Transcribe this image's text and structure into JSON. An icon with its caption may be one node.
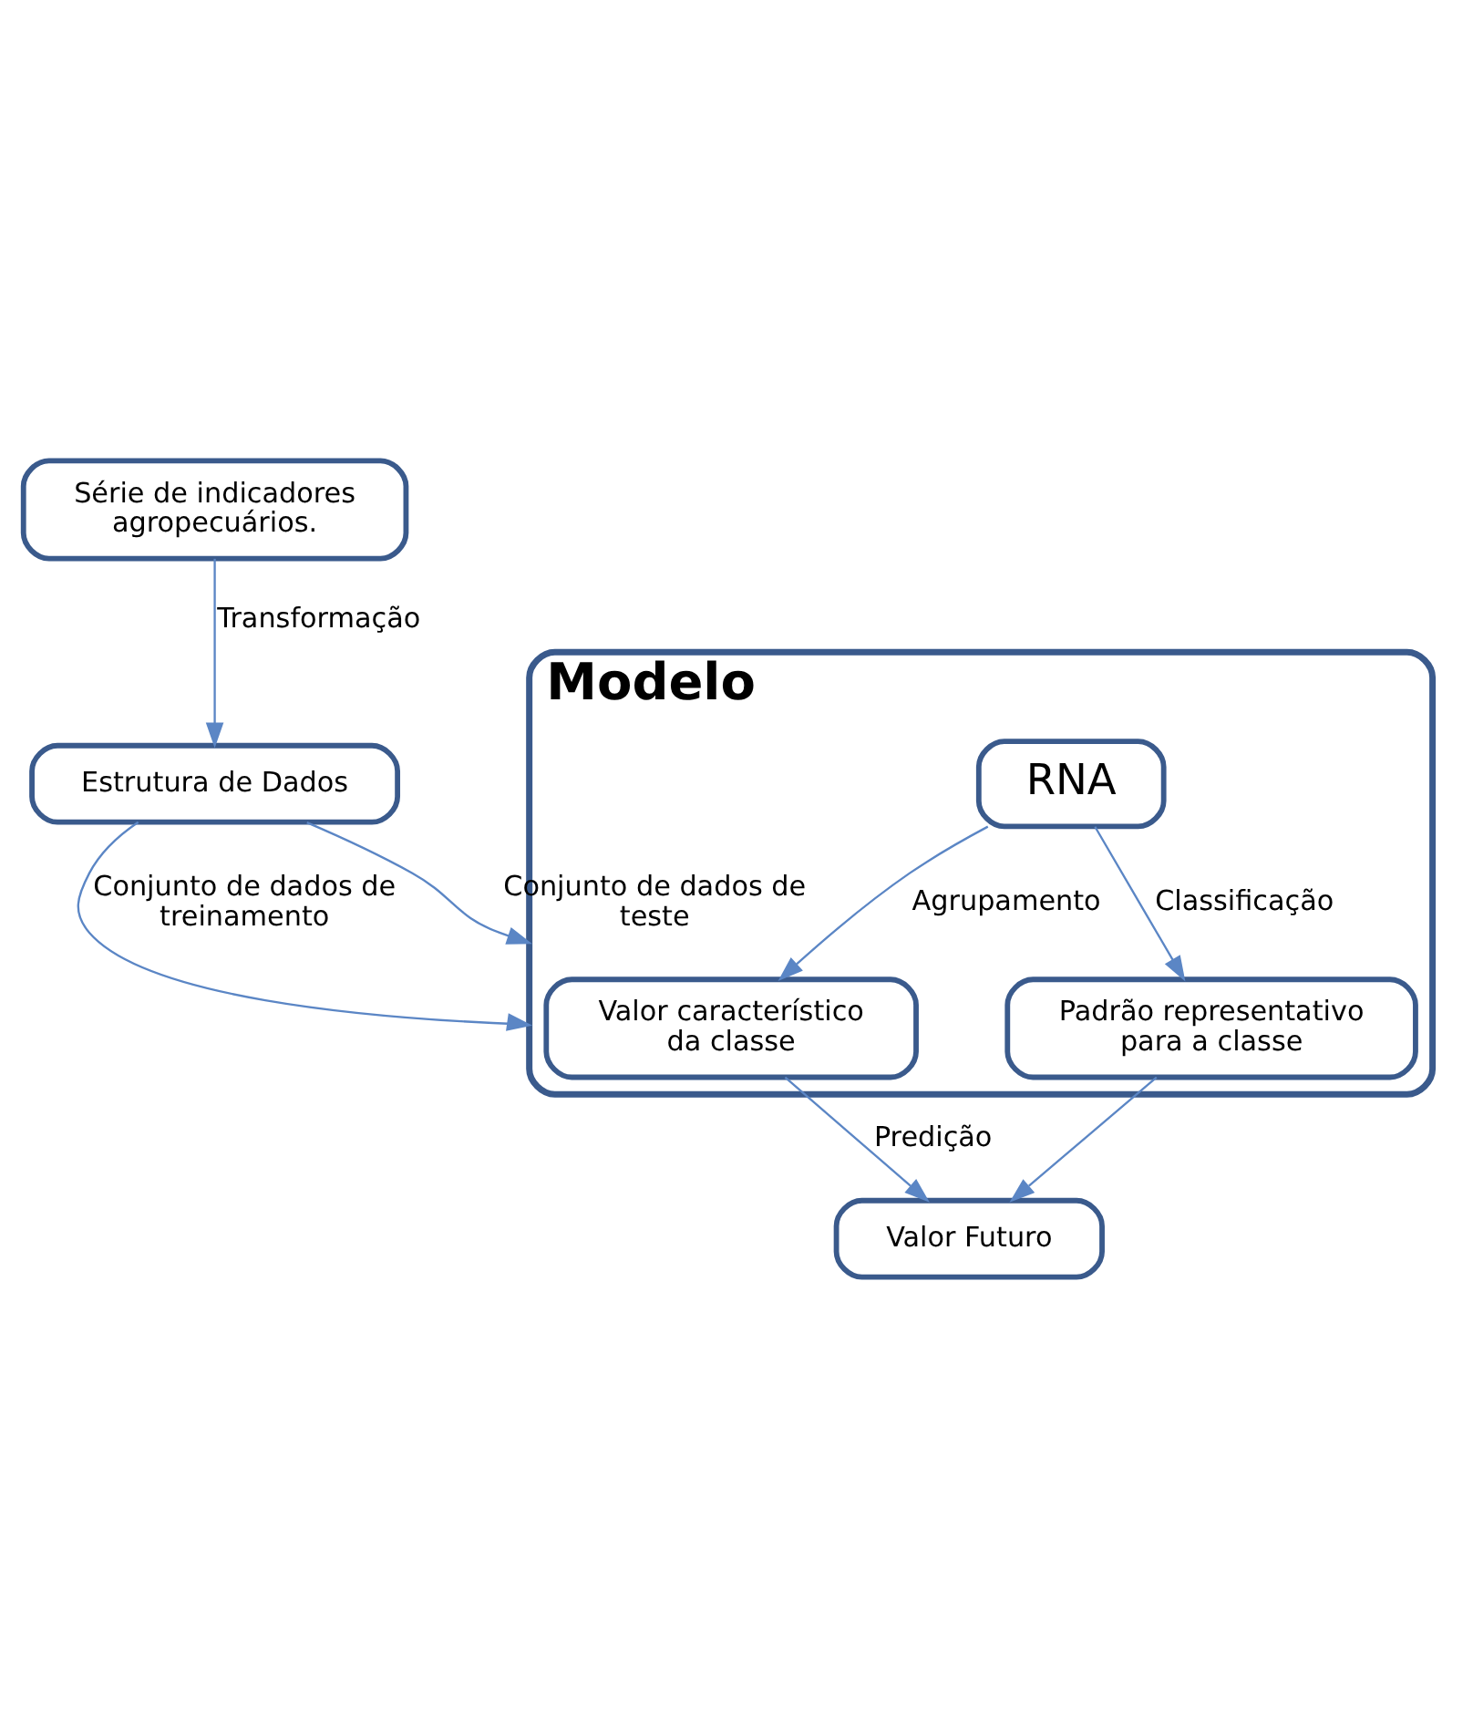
{
  "diagram": {
    "nodes": [
      {
        "text": [
          "Série de indicadores agropecuários."
        ]
      },
      {
        "text": [
          "Estrutura de Dados"
        ]
      },
      {
        "text": [
          "Modelo"
        ]
      },
      {
        "text": [
          "RNA"
        ],
        "in": 2
      },
      {
        "text": [
          "Valor característico da classe"
        ],
        "in": 2
      },
      {
        "text": [
          "Padrão representativo para a classe"
        ],
        "in": 2
      },
      {
        "text": [
          "Valor Futuro"
        ]
      }
    ],
    "edges": [
      {
        "from": 0,
        "to": 1,
        "arrow": "to",
        "label": "Transformação"
      },
      {
        "from": 1,
        "to": 2,
        "arrow": "to",
        "label": "Conjunto de dados de treinamento"
      },
      {
        "from": 1,
        "to": 2,
        "arrow": "to",
        "label": "Conjunto de dados de teste"
      },
      {
        "from": 3,
        "to": 4,
        "arrow": "to",
        "label": "Agrupamento"
      },
      {
        "from": 3,
        "to": 5,
        "arrow": "to",
        "label": "Classificação"
      },
      {
        "from": 4,
        "to": 6,
        "arrow": "to",
        "label": "Predição"
      },
      {
        "from": 5,
        "to": 6,
        "arrow": "to"
      }
    ]
  }
}
